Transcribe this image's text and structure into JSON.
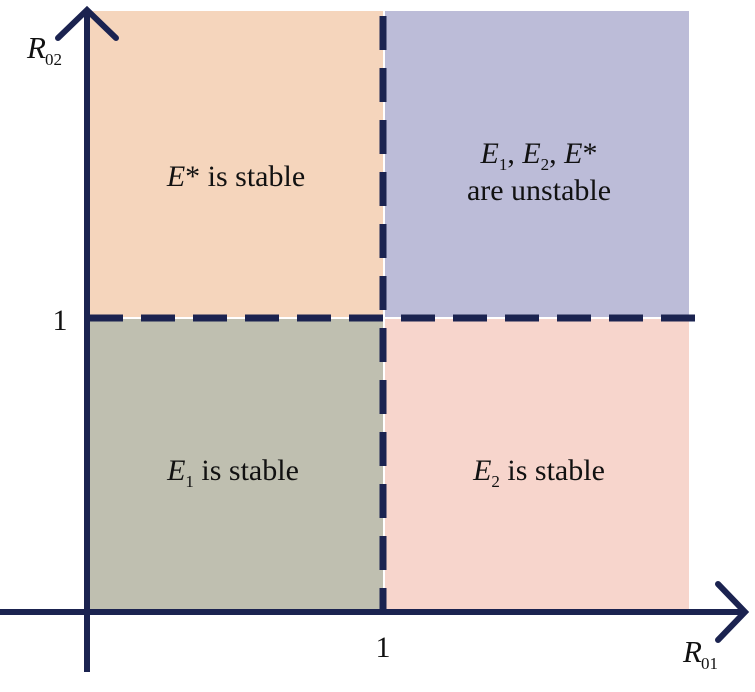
{
  "axes": {
    "x_label": {
      "main": "R",
      "sub": "01"
    },
    "y_label": {
      "main": "R",
      "sub": "02"
    },
    "x_tick": "1",
    "y_tick": "1"
  },
  "regions": {
    "top_left": {
      "color": "#f5d5bc",
      "label_1_var": "E",
      "label_1_rest": "* is stable"
    },
    "top_right": {
      "color": "#bcbcd8",
      "line1_e1": "E",
      "line1_e1_sub": "1",
      "line1_sep1": ", ",
      "line1_e2": "E",
      "line1_e2_sub": "2",
      "line1_sep2": ", ",
      "line1_e3": "E",
      "line1_e3_rest": "*",
      "line2": "are unstable"
    },
    "bottom_left": {
      "color": "#bfbfb0",
      "var": "E",
      "sub": "1",
      "rest": " is stable"
    },
    "bottom_right": {
      "color": "#f7d5cc",
      "var": "E",
      "sub": "2",
      "rest": " is stable"
    }
  },
  "colors": {
    "axis": "#1b2350",
    "threshold_line": "#1b2350"
  }
}
